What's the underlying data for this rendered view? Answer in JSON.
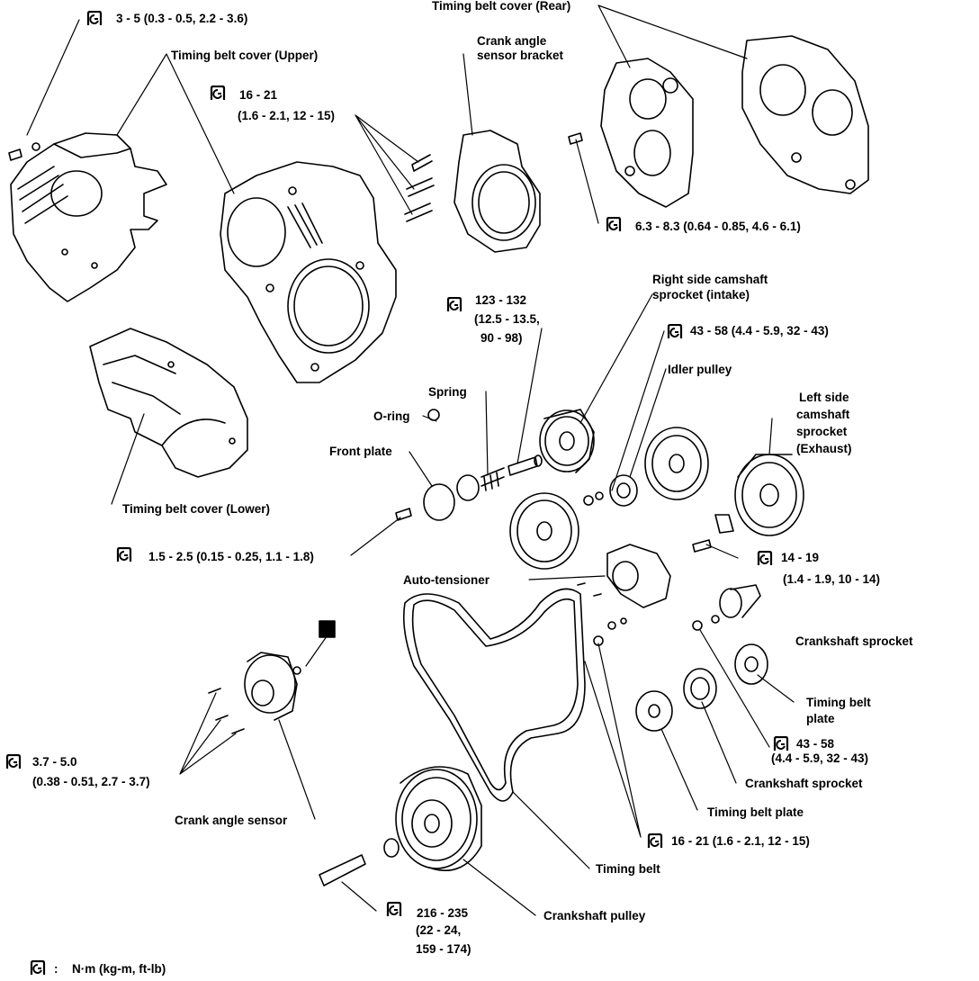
{
  "labels": {
    "tbc_upper": "Timing belt cover (Upper)",
    "tbc_rear": "Timing belt cover (Rear)",
    "tbc_lower": "Timing belt cover (Lower)",
    "cas_bracket_1": "Crank angle",
    "cas_bracket_2": "sensor bracket",
    "rs_cam_1": "Right side camshaft",
    "rs_cam_2": "sprocket (intake)",
    "idler": "Idler pulley",
    "ls_cam_1": "Left side",
    "ls_cam_2": "camshaft",
    "ls_cam_3": "sprocket",
    "ls_cam_4": "(Exhaust)",
    "spring": "Spring",
    "oring": "O-ring",
    "front_plate": "Front plate",
    "auto_tensioner": "Auto-tensioner",
    "crank_sprocket_top": "Crankshaft sprocket",
    "tb_plate_right_1": "Timing belt",
    "tb_plate_right_2": "plate",
    "crank_sprocket": "Crankshaft sprocket",
    "tb_plate": "Timing belt plate",
    "timing_belt": "Timing belt",
    "crank_pulley": "Crankshaft pulley",
    "cas": "Crank angle sensor"
  },
  "torques": {
    "t1": "3 - 5 (0.3 - 0.5, 2.2 - 3.6)",
    "t2_a": "16 - 21",
    "t2_b": "(1.6 - 2.1, 12 - 15)",
    "t3": "6.3 - 8.3 (0.64 - 0.85, 4.6 - 6.1)",
    "t4_a": "123 - 132",
    "t4_b": "(12.5 - 13.5,",
    "t4_c": "90 - 98)",
    "t5": "43 - 58 (4.4 - 5.9, 32 - 43)",
    "t6": "1.5 - 2.5 (0.15 - 0.25, 1.1 - 1.8)",
    "t7_a": "14 - 19",
    "t7_b": "(1.4 - 1.9, 10 - 14)",
    "t8_a": "43 - 58",
    "t8_b": "(4.4 - 5.9, 32 - 43)",
    "t9_a": "3.7 - 5.0",
    "t9_b": "(0.38 - 0.51, 2.7 - 3.7)",
    "t10": "16 - 21 (1.6 - 2.1, 12 - 15)",
    "t11_a": "216 - 235",
    "t11_b": "(22 - 24,",
    "t11_c": "159 - 174)"
  },
  "legend": {
    "colon": ":",
    "units": "N·m (kg-m, ft-lb)"
  }
}
